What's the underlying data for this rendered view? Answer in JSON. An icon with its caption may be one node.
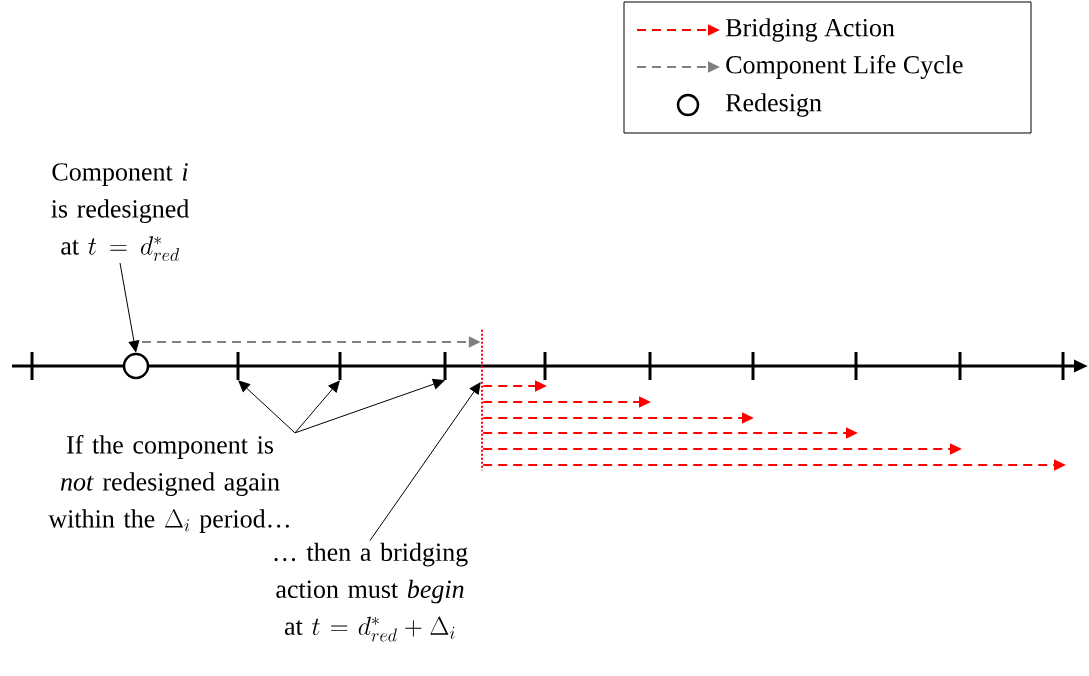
{
  "diagram": {
    "nodes": [
      {
        "text": [
          "Component *i* is redesigned at",
          "t = d_{red}^{*}"
        ]
      },
      {
        "text": [],
        "shape": "circle"
      },
      {
        "text": [],
        "shape": "bar"
      },
      {
        "text": [],
        "shape": "bar"
      },
      {
        "text": [],
        "shape": "bar"
      },
      {
        "text": [
          "If the component is *not* redesigned again within the",
          "\\Delta_{i}",
          "period…"
        ]
      },
      {
        "text": [],
        "shape": "line"
      },
      {
        "text": [
          "… then a bridging action must *begin* at",
          "t = d_{red}^{*} + \\Delta_{i}"
        ]
      }
    ],
    "edges": [
      {
        "from": 0,
        "to": 1,
        "arrow": "to",
        "color": "#000000"
      },
      {
        "from": 5,
        "to": 2,
        "arrow": "to",
        "color": "#000000"
      },
      {
        "from": 5,
        "to": 3,
        "arrow": "to",
        "color": "#000000"
      },
      {
        "from": 5,
        "to": 4,
        "arrow": "to",
        "color": "#000000"
      },
      {
        "from": 7,
        "to": 6,
        "arrow": "to",
        "color": "#000000"
      },
      {
        "from": 1,
        "to": 6,
        "arrow": "to",
        "style": "dashed",
        "color": "#808080"
      },
      {
        "from": 6,
        "to": null,
        "arrow": "to",
        "style": "dashed",
        "color": "#ff0000"
      },
      {
        "from": 6,
        "to": null,
        "arrow": "to",
        "style": "dashed",
        "color": "#ff0000"
      },
      {
        "from": 6,
        "to": null,
        "arrow": "to",
        "style": "dashed",
        "color": "#ff0000"
      },
      {
        "from": 6,
        "to": null,
        "arrow": "to",
        "style": "dashed",
        "color": "#ff0000"
      },
      {
        "from": 6,
        "to": null,
        "arrow": "to",
        "style": "dashed",
        "color": "#ff0000"
      },
      {
        "from": 6,
        "to": null,
        "arrow": "to",
        "style": "dashed",
        "color": "#ff0000"
      }
    ],
    "legend": [
      {
        "text": "Bridging Action"
      },
      {
        "text": "Component Life Cycle"
      },
      {
        "text": "Redesign"
      }
    ]
  }
}
